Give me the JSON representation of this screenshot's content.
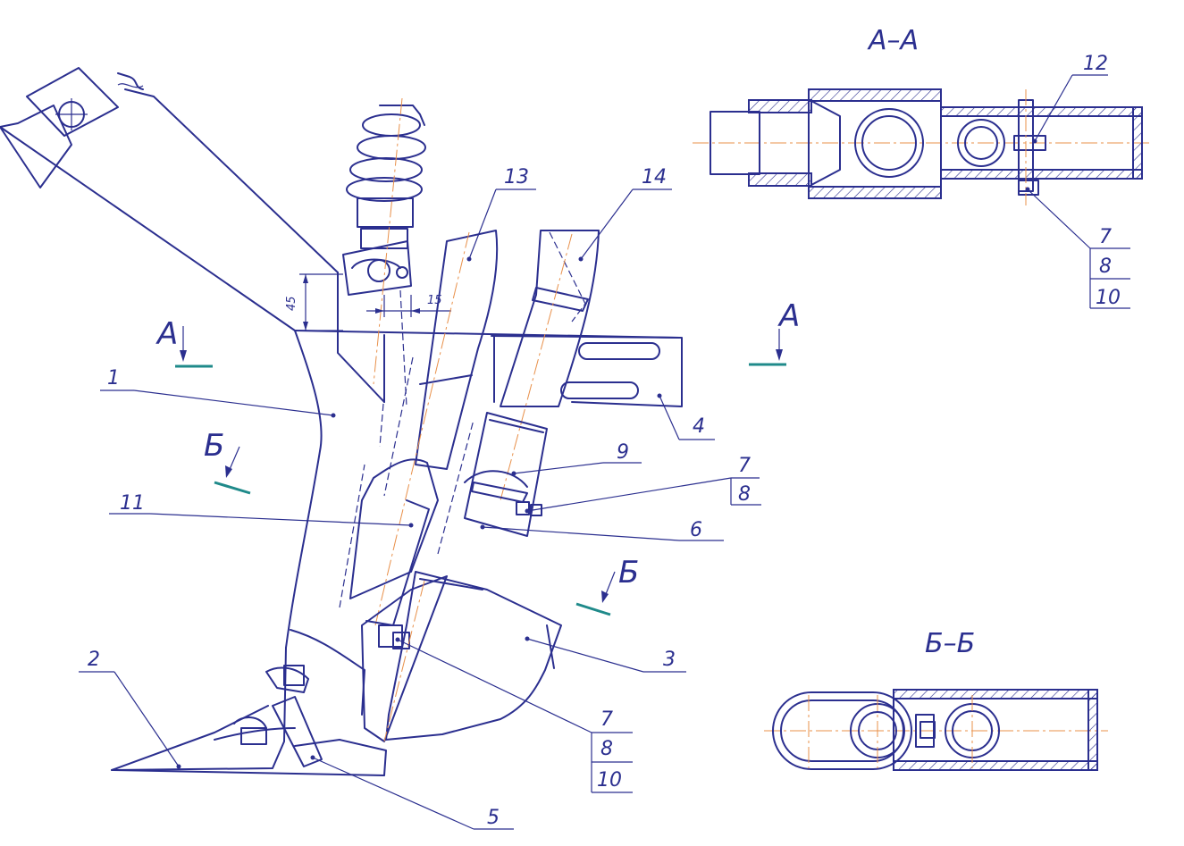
{
  "section_titles": {
    "aa": "А–А",
    "bb": "Б–Б"
  },
  "section_marks": {
    "a_left": "А",
    "a_right": "А",
    "b_left": "Б",
    "b_right": "Б"
  },
  "dimensions": {
    "vertical": "45",
    "horizontal": "15"
  },
  "callouts": {
    "c1": "1",
    "c2": "2",
    "c3": "3",
    "c4": "4",
    "c5": "5",
    "c6": "6",
    "c9": "9",
    "c11": "11",
    "c13": "13",
    "c14": "14",
    "c12": "12"
  },
  "fractions": {
    "mid_right": {
      "top": "7",
      "bottom": "8"
    },
    "bottom": {
      "top": "7",
      "mid": "8",
      "bottom": "10"
    },
    "aa": {
      "top": "7",
      "mid": "8",
      "bottom": "10"
    }
  },
  "colors": {
    "line": "#2b2f8f",
    "axis": "#e8904a",
    "section_mark": "#1f8a8a"
  }
}
